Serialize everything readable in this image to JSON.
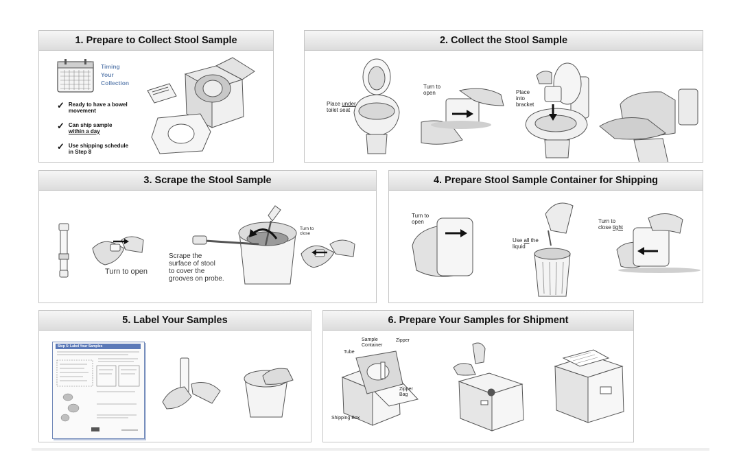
{
  "panels": {
    "p1": {
      "title": "1. Prepare to Collect Stool Sample",
      "timing": [
        "Timing",
        "Your",
        "Collection"
      ],
      "checks": [
        {
          "l1": "Ready to have a bowel",
          "l2": "movement"
        },
        {
          "l1": "Can ship sample",
          "l2": "within a day"
        },
        {
          "l1": "Use shipping schedule",
          "l2": "in Step 8"
        }
      ]
    },
    "p2": {
      "title": "2. Collect the Stool Sample",
      "label_place_under_1": "Place ",
      "label_place_under_u": "under",
      "label_place_under_2": "toilet seat",
      "label_turn_open": "Turn to\nopen",
      "label_bracket": "Place\ninto\nbracket"
    },
    "p3": {
      "title": "3. Scrape the Stool Sample",
      "label_turn_open": "Turn to open",
      "label_scrape": "Scrape the\nsurface of stool\nto cover the\ngrooves on probe.",
      "label_turn_close": "Turn to\nclose"
    },
    "p4": {
      "title": "4. Prepare Stool Sample Container for Shipping",
      "label_turn_open": "Turn to\nopen",
      "label_use_1": "Use ",
      "label_use_u": "all",
      "label_use_2": " the\nliquid",
      "label_close_1": "Turn to\nclose ",
      "label_close_u": "tight"
    },
    "p5": {
      "title": "5. Label Your Samples",
      "doc_title": "Step 5: Label Your Samples"
    },
    "p6": {
      "title": "6. Prepare Your Samples for Shipment",
      "label_sample_container": "Sample\nContainer",
      "label_zipper": "Zipper",
      "label_tube": "Tube",
      "label_zipper_bag": "Zipper\nBag",
      "label_shipping_box": "Shipping Box"
    }
  }
}
